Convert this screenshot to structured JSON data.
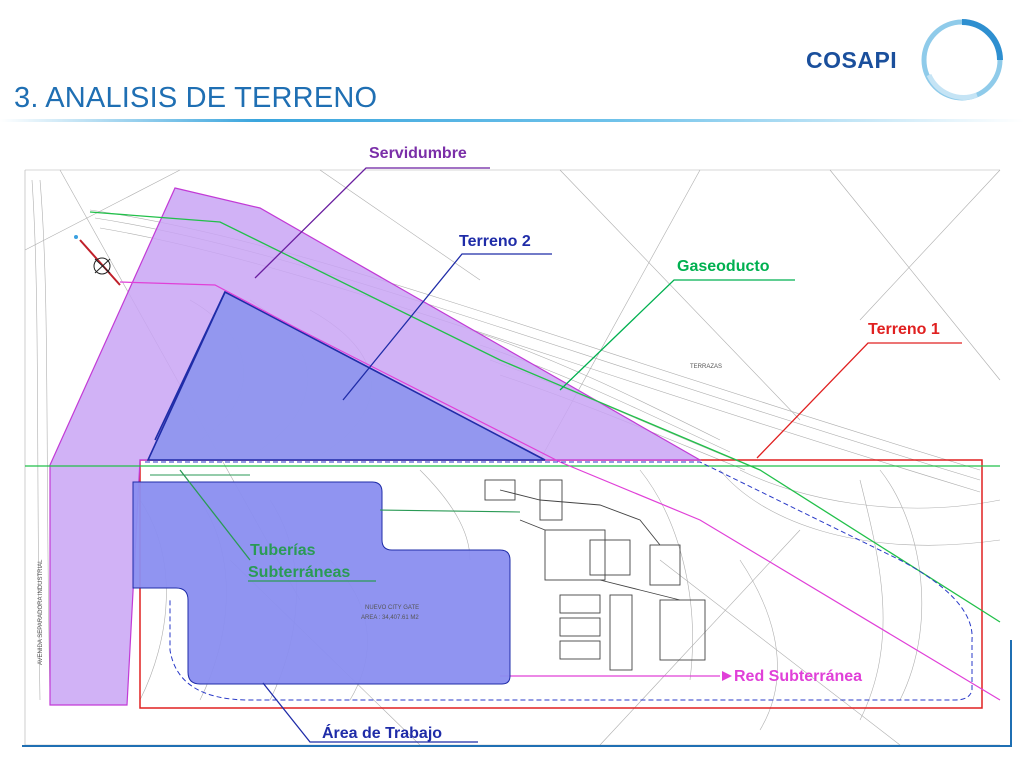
{
  "header": {
    "title": "3. ANALISIS DE TERRENO",
    "logo_text": "COSAPI"
  },
  "labels": {
    "servidumbre": "Servidumbre",
    "terreno2": "Terreno 2",
    "gaseoducto": "Gaseoducto",
    "terreno1": "Terreno 1",
    "tuberias_line1": "Tuberías",
    "tuberias_line2": "Subterráneas",
    "red_subterranea": "Red Subterránea",
    "area_trabajo": "Área de Trabajo"
  },
  "plan_text": {
    "city_gate_name": "NUEVO CITY GATE",
    "city_gate_area": "AREA : 34,407.61 M2",
    "avenue": "AVENIDA SEPARADORA INDUSTRIAL",
    "terrace": "TERRAZAS"
  },
  "colors": {
    "title_blue": "#1f6fb3",
    "logo_blue": "#1a4f9c",
    "servidumbre": "#7a2ea8",
    "servidumbre_fill": "#c9a4f5",
    "terreno2": "#1f2ca8",
    "terreno2_fill": "#8f96ee",
    "gaseoducto": "#00b050",
    "terreno1": "#e02020",
    "tuberias": "#2a9a55",
    "red_subterranea": "#e040d8",
    "area_trabajo": "#1f2ca8"
  }
}
